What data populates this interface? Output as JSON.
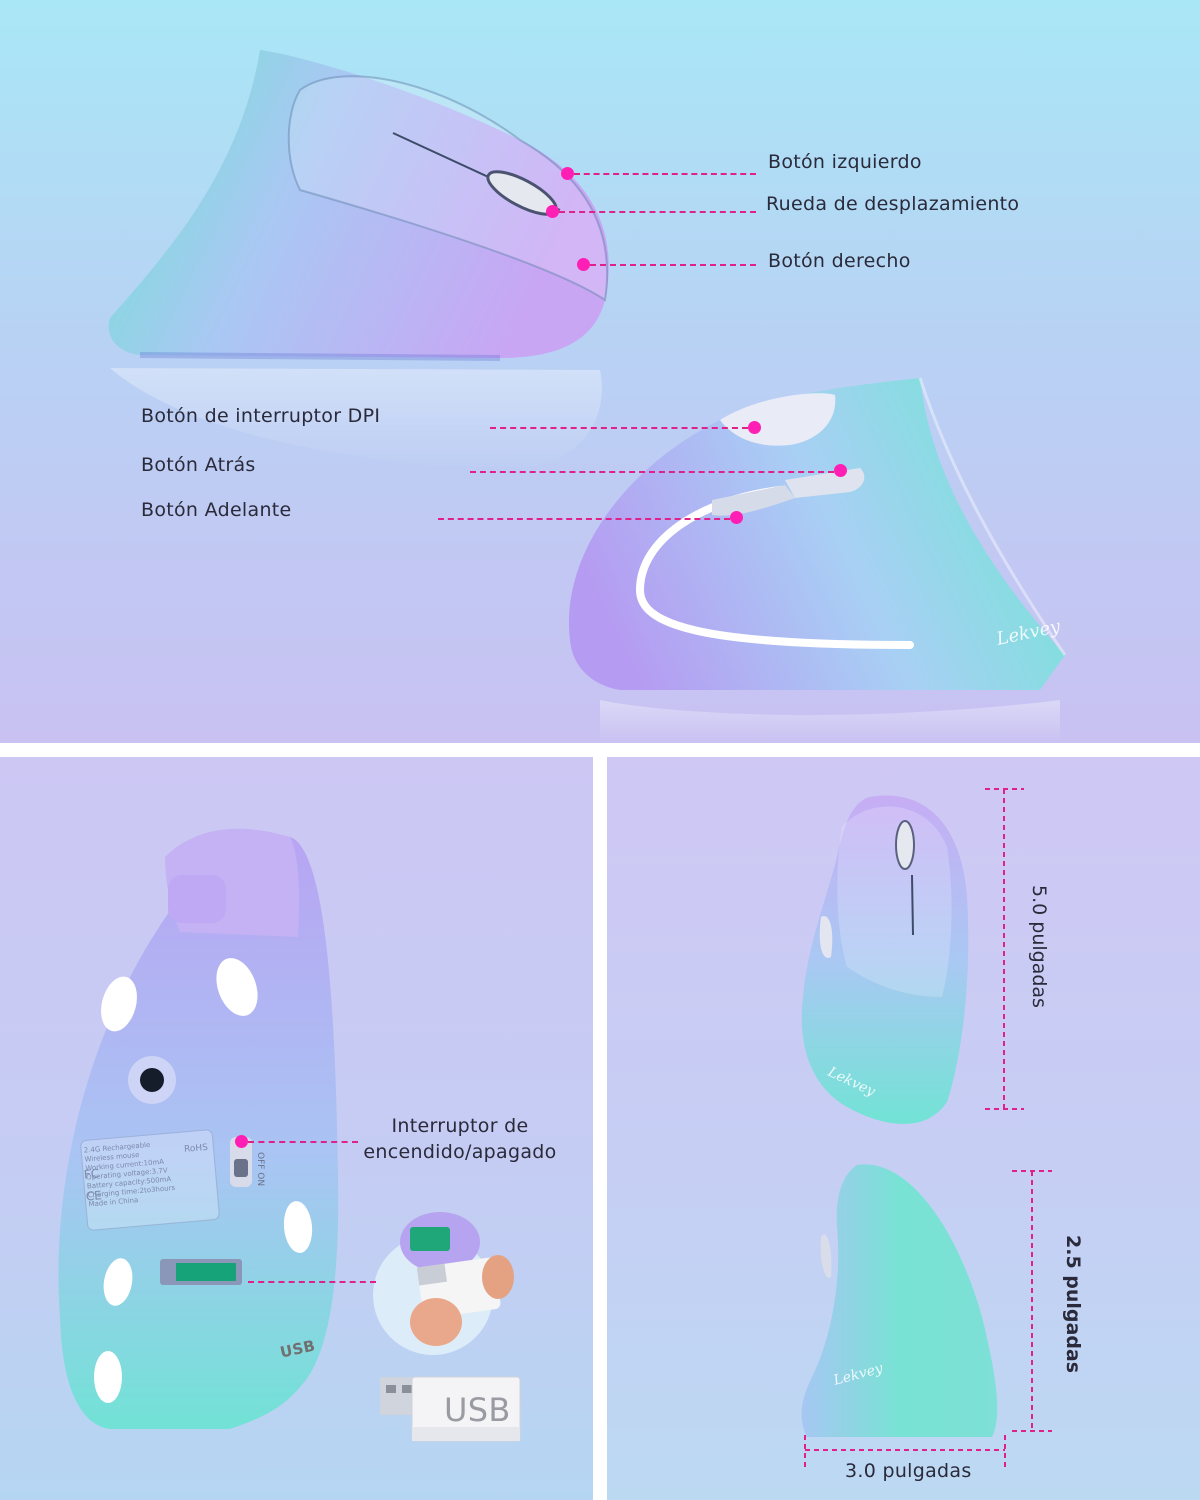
{
  "top_panel": {
    "labels": {
      "left_button": "Botón izquierdo",
      "scroll_wheel": "Rueda de desplazamiento",
      "right_button": "Botón derecho",
      "dpi_button": "Botón de interruptor DPI",
      "back_button": "Botón Atrás",
      "forward_button": "Botón Adelante"
    },
    "brand": "Lekvey"
  },
  "bottom_left_panel": {
    "power_switch_label_line1": "Interruptor de",
    "power_switch_label_line2": "encendido/apagado",
    "switch_text": "OFF ON",
    "usb_text": "USB",
    "spec_lines": [
      "2.4G  Rechargeable",
      "Wireless mouse",
      "Working current:10mA",
      "Operating voltage:3.7V",
      "Battery capacity:500mA",
      "Charging time:2to3hours",
      "Made in China"
    ],
    "marks": [
      "FC",
      "CE",
      "RoHS"
    ]
  },
  "bottom_right_panel": {
    "length": "5.0 pulgadas",
    "height": "2.5 pulgadas",
    "width": "3.0 pulgadas",
    "brand": "Lekvey"
  },
  "colors": {
    "accent": "#ff1fb4",
    "lead_line": "#e0218a",
    "mouse_mint": "#7fe6d8",
    "mouse_lilac": "#c4a8f4"
  }
}
